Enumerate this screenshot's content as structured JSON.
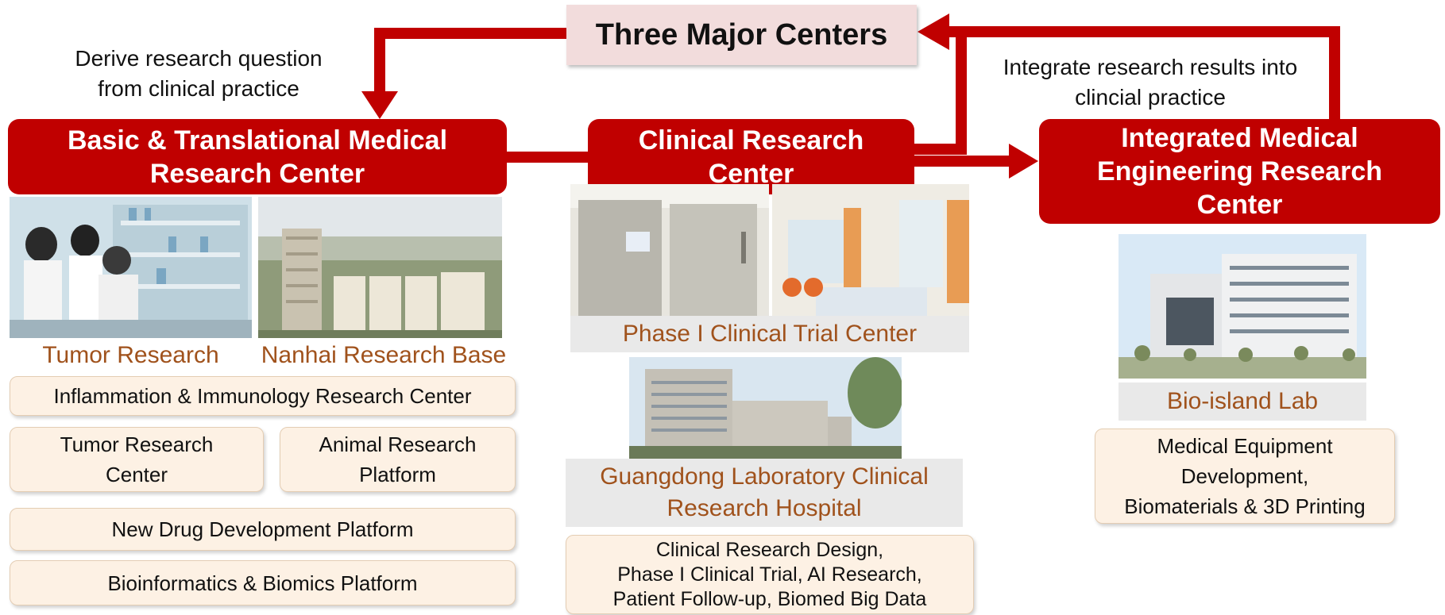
{
  "title": "Three Major Centers",
  "notes": {
    "left": [
      "Derive research question",
      "from clinical practice"
    ],
    "right": [
      "Integrate research results into",
      "clincial practice"
    ]
  },
  "centers": {
    "basic": [
      "Basic & Translational Medical",
      "Research Center"
    ],
    "clinical": [
      "Clinical Research",
      "Center"
    ],
    "engineering": [
      "Integrated Medical",
      "Engineering Research",
      "Center"
    ]
  },
  "captions": {
    "tumor_research": "Tumor Research",
    "nanhai": "Nanhai Research Base",
    "phase1": "Phase I Clinical Trial Center",
    "guangdong": [
      "Guangdong Laboratory Clinical",
      "Research Hospital"
    ],
    "bioisland": "Bio-island Lab"
  },
  "platforms": {
    "inflammation": "Inflammation & Immunology Research Center",
    "tumor_center": [
      "Tumor Research",
      "Center"
    ],
    "animal": [
      "Animal Research",
      "Platform"
    ],
    "new_drug": "New Drug Development Platform",
    "bioinformatics": "Bioinformatics & Biomics Platform"
  },
  "clinical_details": [
    "Clinical Research Design,",
    "Phase I Clinical Trial, AI Research,",
    "Patient Follow-up, Biomed Big Data"
  ],
  "engineering_details": [
    "Medical Equipment",
    "Development,",
    "Biomaterials & 3D Printing"
  ],
  "colors": {
    "accent_red": "#c00000",
    "title_bg": "#f2dcdc",
    "caption_text": "#a0521c",
    "card_bg": "#fdf1e4"
  }
}
